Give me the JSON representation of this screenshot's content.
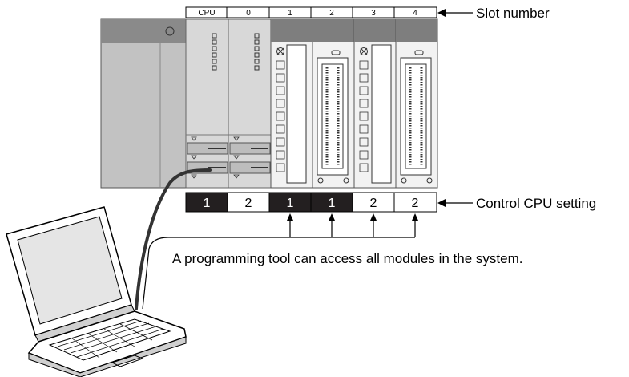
{
  "slot_number_label": "Slot number",
  "slot_headers": [
    "CPU",
    "0",
    "1",
    "2",
    "3",
    "4"
  ],
  "control_cpu_label": "Control CPU setting",
  "control_cpu_values": [
    "1",
    "2",
    "1",
    "1",
    "2",
    "2"
  ],
  "note": "A programming tool can access all modules in the system."
}
